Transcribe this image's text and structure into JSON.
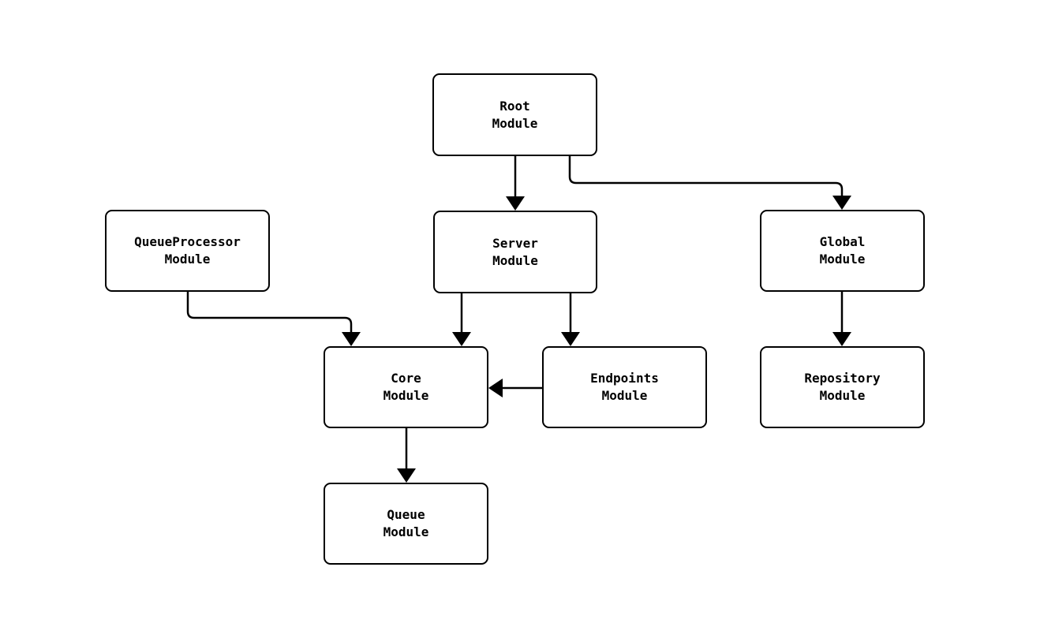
{
  "diagram": {
    "type": "flowchart",
    "direction": "top-down",
    "nodes": {
      "root": {
        "label": "Root\nModule"
      },
      "queue_processor": {
        "label": "QueueProcessor\nModule"
      },
      "server": {
        "label": "Server\nModule"
      },
      "global": {
        "label": "Global\nModule"
      },
      "core": {
        "label": "Core\nModule"
      },
      "endpoints": {
        "label": "Endpoints\nModule"
      },
      "repository": {
        "label": "Repository\nModule"
      },
      "queue": {
        "label": "Queue\nModule"
      }
    },
    "edges": [
      {
        "from": "Root Module",
        "to": "Server Module"
      },
      {
        "from": "Root Module",
        "to": "Global Module"
      },
      {
        "from": "QueueProcessor Module",
        "to": "Core Module"
      },
      {
        "from": "Server Module",
        "to": "Core Module"
      },
      {
        "from": "Server Module",
        "to": "Endpoints Module"
      },
      {
        "from": "Endpoints Module",
        "to": "Core Module"
      },
      {
        "from": "Global Module",
        "to": "Repository Module"
      },
      {
        "from": "Core Module",
        "to": "Queue Module"
      }
    ],
    "colors": {
      "node_border": "#000000",
      "node_fill": "#ffffff",
      "edge": "#000000",
      "text": "#000000",
      "background": "#ffffff"
    }
  }
}
